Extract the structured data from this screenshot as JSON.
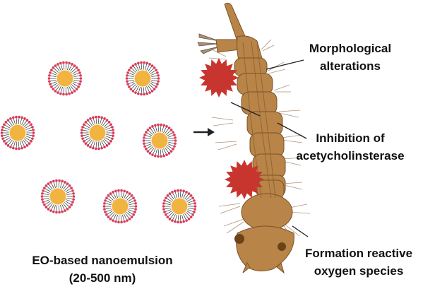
{
  "colors": {
    "core": "#f2b440",
    "head_group": "#d93a59",
    "tail": "#333333",
    "larva": "#b88448",
    "larva_dark": "#7a5228",
    "burst": "#c8352f"
  },
  "left_caption": {
    "line1": "EO-based nanoemulsion",
    "line2": "(20-500 nm)"
  },
  "effects": [
    {
      "line1": "Morphological",
      "line2": "alterations"
    },
    {
      "line1": "Inhibition of",
      "line2": "acetycholinsterase"
    },
    {
      "line1": "Formation reactive",
      "line2": "oxygen species"
    }
  ],
  "icons": [
    "nanoemulsion-droplet",
    "arrow-right",
    "mosquito-larva",
    "damage-burst"
  ]
}
